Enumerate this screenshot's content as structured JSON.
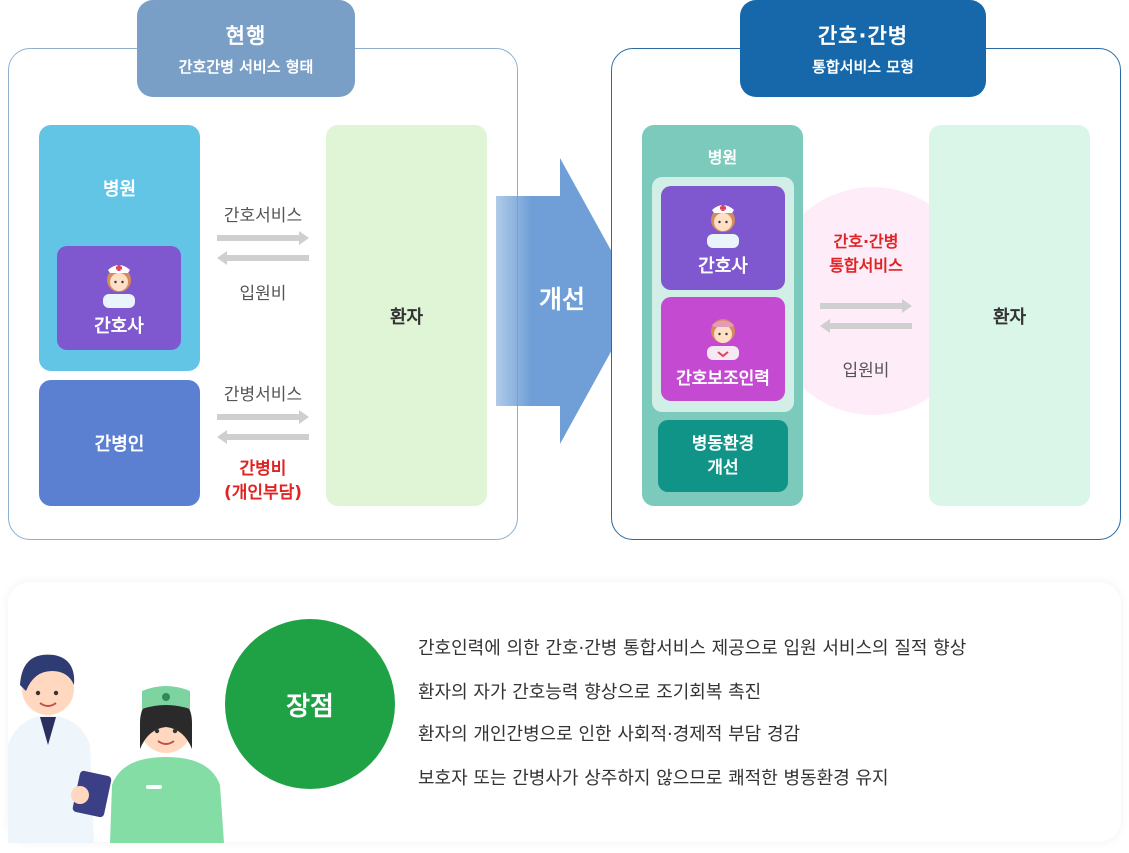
{
  "left_panel": {
    "tab_title": "현행",
    "tab_subtitle": "간호간병 서비스 형태",
    "hospital_label": "병원",
    "nurse_label": "간호사",
    "caregiver_label": "간병인",
    "patient_label": "환자",
    "nursing_service_label": "간호서비스",
    "hospital_fee_label": "입원비",
    "caregiving_service_label": "간병서비스",
    "caregiving_fee_label": "간병비",
    "caregiving_fee_note": "(개인부담)"
  },
  "improve_label": "개선",
  "right_panel": {
    "tab_title": "간호·간병",
    "tab_subtitle": "통합서비스 모형",
    "hospital_label": "병원",
    "nurse_label": "간호사",
    "assistant_label": "간호보조인력",
    "ward_line1": "병동환경",
    "ward_line2": "개선",
    "integrated_line1": "간호·간병",
    "integrated_line2": "통합서비스",
    "hospital_fee_label": "입원비",
    "patient_label": "환자"
  },
  "merits": {
    "title": "장점",
    "items": [
      "간호인력에 의한 간호·간병 통합서비스 제공으로 입원 서비스의 질적 향상",
      "환자의 자가 간호능력 향상으로 조기회복 촉진",
      "환자의 개인간병으로 인한 사회적·경제적 부담 경감",
      "보호자 또는 간병사가 상주하지 않으므로 쾌적한 병동환경 유지"
    ]
  },
  "colors": {
    "left_tab": "#7a9fc6",
    "right_tab": "#1668aa",
    "hospital": "#62c5e6",
    "nurse": "#7f58cf",
    "caregiver": "#5b7fd1",
    "assistant": "#c34ad1",
    "ward": "#0f9487",
    "merit": "#1ea245",
    "alert_text": "#e02424"
  }
}
